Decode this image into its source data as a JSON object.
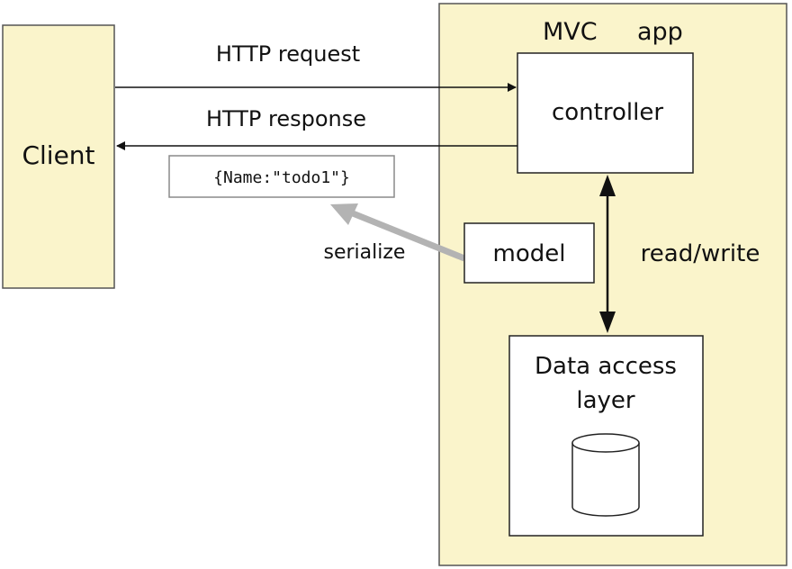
{
  "app": {
    "title_left": "MVC",
    "title_right": "app"
  },
  "client": {
    "label": "Client"
  },
  "arrows": {
    "request_label": "HTTP request",
    "response_label": "HTTP response",
    "serialize_label": "serialize",
    "readwrite_label": "read/write"
  },
  "json_sample": "{Name:\"todo1\"}",
  "controller": {
    "label": "controller"
  },
  "model": {
    "label": "model"
  },
  "dal": {
    "line1": "Data access",
    "line2": "layer"
  },
  "colors": {
    "panel_fill": "#faf4cb",
    "client_fill": "#faf4cb",
    "box_fill": "#ffffff",
    "stroke": "#222222",
    "serialize_arrow": "#b3b3b3",
    "json_box_stroke": "#888888"
  }
}
